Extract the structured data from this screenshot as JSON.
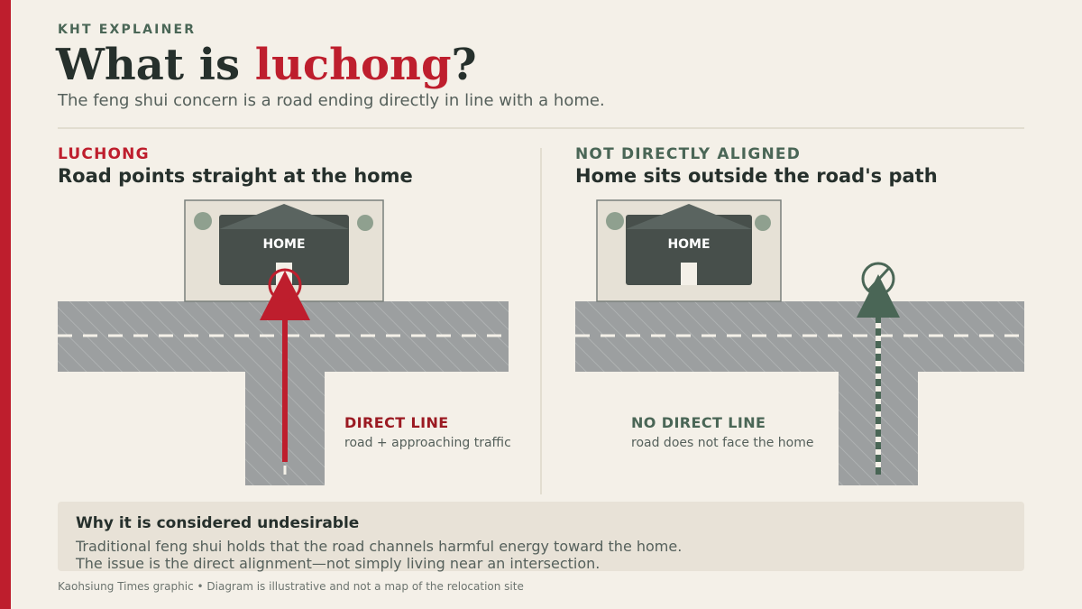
{
  "header": {
    "kicker": "KHT EXPLAINER",
    "title_prefix": "What is ",
    "title_highlight": "luchong",
    "title_suffix": "?",
    "subtitle": "The feng shui concern is a road ending directly in line with a home."
  },
  "panels": [
    {
      "kicker": "LUCHONG",
      "title": "Road points straight at the home",
      "home_label": "HOME",
      "label_head": "DIRECT LINE",
      "label_sub": "road + approaching traffic"
    },
    {
      "kicker": "NOT DIRECTLY ALIGNED",
      "title": "Home sits outside the road's path",
      "home_label": "HOME",
      "label_head": "NO DIRECT LINE",
      "label_sub": "road does not face the home"
    }
  ],
  "note": {
    "title": "Why it is considered undesirable",
    "lines": [
      "Traditional feng shui holds that the road channels harmful energy toward the home.",
      "The issue is the direct alignment—not simply living near an intersection."
    ]
  },
  "footer": "Kaohsiung Times graphic • Diagram is illustrative and not a map of the relocation site",
  "colors": {
    "accent_red": "#be1e2d",
    "dark_red": "#9b1a22",
    "green": "#4a6656",
    "road_gray": "#9c9fa0",
    "house_dark": "#474f4b",
    "lot_fill": "#e6e1d6",
    "background": "#f4f0e8"
  }
}
